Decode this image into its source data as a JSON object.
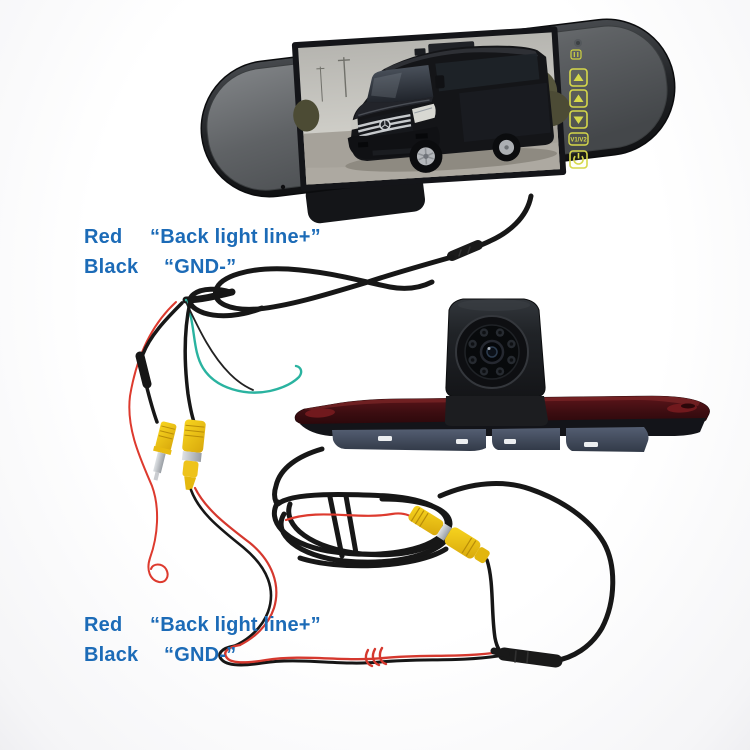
{
  "annotations": {
    "text_color": "#1c6bb7",
    "top": {
      "line1": {
        "label": "Red",
        "value": "“Back light line+”"
      },
      "line2": {
        "label": "Black",
        "value": "“GND-”"
      }
    },
    "bottom": {
      "line1": {
        "label": "Red",
        "value": "“Back light line+”"
      },
      "line2": {
        "label": "Black",
        "value": "“GND-”"
      }
    }
  },
  "monitor": {
    "source_button_label": "V1/V2",
    "button_icons": [
      "menu-icon",
      "arrow-up-icon",
      "arrow-up-icon",
      "arrow-down-icon",
      "source-button",
      "power-icon"
    ],
    "button_color": "#d6d84a"
  },
  "camera": {
    "ir_led_count": 8
  },
  "colors": {
    "background": "#fcfcfd",
    "annotation_blue": "#1c6bb7",
    "wire_red": "#dd3a2e",
    "wire_teal": "#2ab3a0",
    "cable_black": "#171717",
    "rca_yellow": "#f0c712",
    "brake_lens_red": "#4a1014",
    "bracket_gray": "#414a5c",
    "button_yellow": "#d6d84a"
  }
}
